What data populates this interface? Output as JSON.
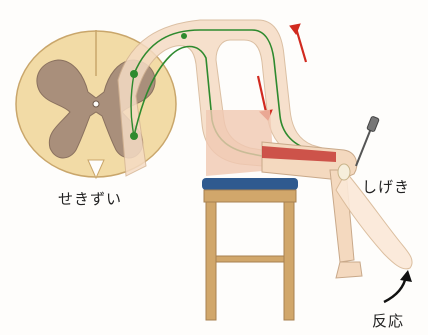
{
  "labels": {
    "spinal_cord": "せきずい",
    "stimulus": "しげき",
    "response": "反応"
  },
  "colors": {
    "spinal_outer": "#f2dba6",
    "spinal_inner": "#a98f7b",
    "nerve_sheath": "#f5dcc4",
    "nerve_line": "#2e8a2e",
    "arrow_red": "#d12a1f",
    "chair_seat": "#2f5a8f",
    "chair_wood": "#d1a76b",
    "skin": "#f4d9bf",
    "muscle": "#c53b35"
  }
}
